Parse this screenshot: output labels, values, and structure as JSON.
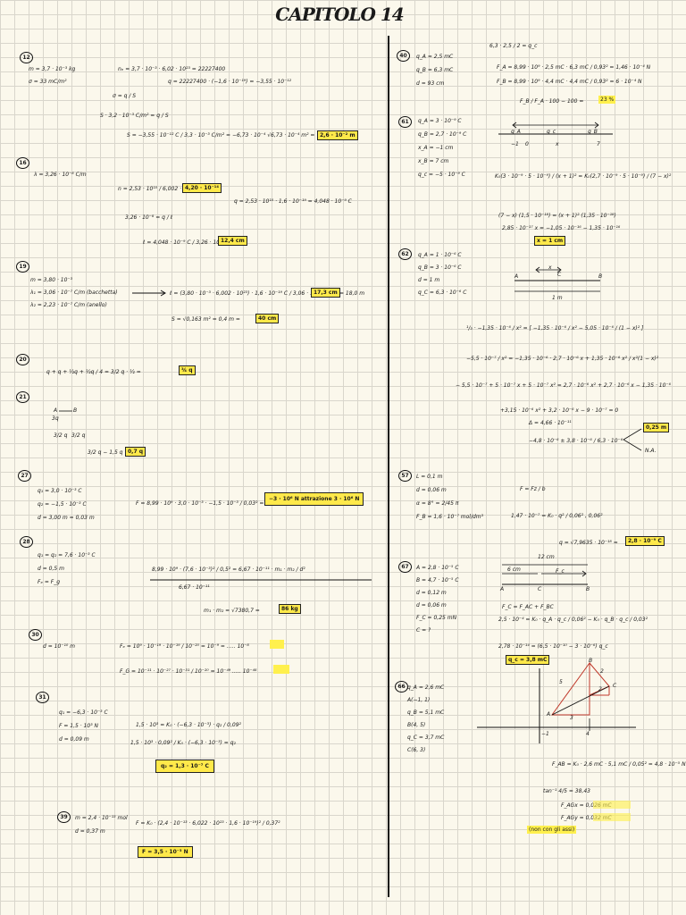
{
  "title": "CAPITOLO 14",
  "left": {
    "p1": {
      "num": "12",
      "givens": [
        "m = 3,7 · 10⁻³ kg",
        "σ = 33 mC/m²"
      ],
      "ne": "nₑ = 3,7 · 10⁻³ · 6,02 · 10²³ = 22227400",
      "q": "q = 22227400 · (−1,6 · 10⁻¹⁹) = −3,55 · 10⁻¹²",
      "sigma": "σ = q / S",
      "s_eq": "S · 3,2 · 10⁻³ C/m² = q / S",
      "s_calc": "S = −3,55 · 10⁻¹² C / 3,3 · 10⁻³ C/m² = −6,73 · 10⁻⁴ √6,73 · 10⁻⁴ m² =",
      "answer": "2,6 · 10⁻² m"
    },
    "p2": {
      "num": "16",
      "givens": [
        "λ = 3,26 · 10⁻⁸ C/m"
      ],
      "n": "n = 2,53 · 10¹⁰ / 6,002 · 10²³ =",
      "n_ans": "4,20 · 10⁻¹⁴",
      "q": "q = 2,53 · 10¹⁰ · 1,6 · 10⁻¹⁹ = 4,048 · 10⁻⁹ C",
      "lambda": "3,26 · 10⁻⁸ = q / ℓ",
      "l_calc": "ℓ = 4,048 · 10⁻⁹ C / 3,26 · 10⁻⁸ C/m =",
      "answer": "12,4 cm"
    },
    "p3": {
      "num": "19",
      "givens": [
        "m = 3,80 · 10⁻³",
        "λ₁ = 3,06 · 10⁻⁷ C/m (bacchetta)",
        "λ₂ = 2,23 · 10⁻⁷ C/m (anello)"
      ],
      "l_calc": "ℓ = (3,80 · 10⁻³ · 6,002 · 10²³) · 1,6 · 10⁻¹⁹ C / 3,06 · 10⁻⁷ C/m =",
      "answer": "17,3 cm",
      "extra": "= 18,0 m",
      "s_calc": "S = √0,163 m² = 0,4 m =",
      "answer2": "40 cm"
    },
    "p4": {
      "num": "20",
      "calc": "q + q + ½q + ½q / 4 = 3/2 q · ½ =",
      "answer": "¾ q"
    },
    "p5": {
      "num": "21",
      "labels": [
        "A",
        "B",
        "3q",
        "3/2 q",
        "3/2 q"
      ],
      "calc": "3/2 q − 1,5 q =",
      "answer": "0,7 q"
    },
    "p6": {
      "num": "27",
      "givens": [
        "q₁ = 3,0 · 10⁻³ C",
        "q₂ = −1,5 · 10⁻³ C",
        "d = 3,00 m = 0,03 m"
      ],
      "calc": "F = 8,99 · 10⁹ · 3,0 · 10⁻³ · −1,5 · 10⁻³ / 0,03² =",
      "answer": "−3 · 10⁶ N attrazione 3 · 10⁶ N"
    },
    "p7": {
      "num": "28",
      "givens": [
        "q₁ = q₂ = 7,6 · 10⁻³ C",
        "d = 0,5 m",
        "Fₑ = F_g"
      ],
      "calc": "8,99 · 10⁹ · (7,6 · 10⁻³)² / 0,5² = 6,67 · 10⁻¹¹ · m₁ · m₂ / d²",
      "den": "6,67 · 10⁻¹¹",
      "m_calc": "m₁ · m₂ = √7380,7 =",
      "answer": "86 kg"
    },
    "p8": {
      "num": "30",
      "givens": [
        "d = 10⁻¹⁰ m"
      ],
      "fe": "Fₑ = 10⁹ · 10⁻¹⁹ · 10⁻¹⁹ / 10⁻²⁰ = 10⁻⁹ = ….. 10⁻⁸",
      "fg": "F_G = 10⁻¹¹ · 10⁻²⁷ · 10⁻³¹ / 10⁻²⁰ = 10⁻⁴⁹ ….. 10⁻⁴⁸"
    },
    "p9": {
      "num": "31",
      "givens": [
        "q₁ = −6,3 · 10⁻³ C",
        "F = 1,5 · 10³ N",
        "d = 0,09 m"
      ],
      "calc1": "1,5 · 10³ = K₀ · (−6,3 · 10⁻³) · q₂ / 0,09²",
      "calc2": "1,5 · 10³ · 0,09² / K₀ · (−6,3 · 10⁻³) = q₂",
      "answer": "q₂ = 1,3 · 10⁻⁷ C"
    },
    "p10": {
      "num": "39",
      "givens": [
        "m = 2,4 · 10⁻¹³ mol",
        "d = 0,37 m"
      ],
      "calc": "F = K₀ · (2,4 · 10⁻¹³ · 6,022 · 10²³ · 1,6 · 10⁻¹⁹)² / 0,37²",
      "answer": "F = 3,5 · 10⁻³ N"
    }
  },
  "right": {
    "p11": {
      "num": "40",
      "givens": [
        "q_A = 2,5 mC",
        "q_B = 6,3 mC",
        "d = 93 cm"
      ],
      "top": "6,3 · 2,5 / 2 = q_c",
      "fa": "F_A = 8,99 · 10⁹ · 2,5 mC · 6,3 mC / 0,93² = 1,46 · 10⁻⁴ N",
      "fb": "F_B = 8,99 · 10⁹ · 4,4 mC · 4,4 mC / 0,93² = 6 · 10⁻⁴ N",
      "ratio": "F_B / F_A · 100 − 100 =",
      "answer": "23 %"
    },
    "p12": {
      "num": "61",
      "givens": [
        "q_A = 3 · 10⁻⁹ C",
        "q_B = 2,7 · 10⁻⁹ C",
        "x_A = −1 cm",
        "x_B = 7 cm",
        "q_c = −5 · 10⁻⁹ C"
      ],
      "axis": [
        "q_A",
        "q_c",
        "q_B",
        "−1",
        "0",
        "x",
        "7"
      ],
      "eq": "K₀(3 · 10⁻⁹ · 5 · 10⁻⁹) / (x + 1)² = K₀(2,7 · 10⁻⁹ · 5 · 10⁻⁹) / (7 − x)²",
      "step": "(7 − x) (1,5 · 10⁻¹⁸) = (x + 1)² (1,35 · 10⁻¹⁸)",
      "step2": "2,85 · 10⁻¹⁷ x = −1,05 · 10⁻¹⁶ − 1,35 · 10⁻¹⁶",
      "answer": "x = 1 cm"
    },
    "p13": {
      "num": "62",
      "givens": [
        "q_A = 1 · 10⁻⁶ C",
        "q_B = 3 · 10⁻⁶ C",
        "d = 1 m",
        "q_C = 6,3 · 10⁻⁶ C"
      ],
      "diagram": [
        "A",
        "C",
        "B",
        "x",
        "1 m"
      ],
      "eq1": "¹/₃ · −1,35 · 10⁻⁶ / x² = [ −1,35 · 10⁻⁶ / x² − 5,05 · 10⁻⁶ / (1 − x)² ]",
      "eq2": "−5,5 · 10⁻⁷ / x² = −1,35 · 10⁻⁶ · 2,7 · 10⁻⁶ x + 1,35 · 10⁻⁶ x² / x²(1 − x)²",
      "eq3": "− 5,5 · 10⁻⁷ + 5 · 10⁻⁷ x + 5 · 10⁻⁷ x² = 2,7 · 10⁻⁶ x² + 2,7 · 10⁻⁶ x − 1,35 · 10⁻⁶",
      "eq4": "+3,15 · 10⁻⁶ x² + 3,2 · 10⁻⁶ x − 9 · 10⁻⁷ = 0",
      "delta": "Δ = 4,66 · 10⁻¹¹",
      "sol": "−4,8 · 10⁻⁶ ± 3,8 · 10⁻⁶ / 6,3 · 10⁻⁶",
      "answer": "0,25 m",
      "na": "N.A."
    },
    "p14": {
      "num": "57",
      "givens": [
        "L = 0,1 m",
        "d = 0,06 m",
        "α = 8° = 2/45 π",
        "F_B = 1,6 · 10⁻⁷ mol/dm³"
      ],
      "f": "F = Fz / b",
      "calc": "1,47 · 10⁻⁷ = K₀ · q² / 0,06² , 0,06²",
      "calc2": "q = √7,9635 · 10⁻¹⁸ =",
      "answer": "2,8 · 10⁻⁹ C"
    },
    "p15": {
      "num": "67",
      "givens": [
        "A = 2,8 · 10⁻⁵ C",
        "B = 4,7 · 10⁻⁵ C",
        "d = 0,12 m",
        "d = 0,06 m",
        "F_C = 0,25 mN",
        "C = ?"
      ],
      "labels": [
        "12 cm",
        "6 cm",
        "F_c",
        "A",
        "C",
        "B"
      ],
      "fc": "F_C = F_AC + F_BC",
      "calc": "2,5 · 10⁻⁴ = K₀ · q_A · q_c / 0,06² − K₀ · q_B · q_c / 0,03²",
      "calc2": "2,78 · 10⁻¹⁴ = (6,5 · 10⁻¹⁰ − 3 · 10⁻⁶) q_c",
      "answer": "q_c = 3,8 mC"
    },
    "p16": {
      "num": "66",
      "givens": [
        "q_A = 2,6 mC",
        "A(−1, 1)",
        "q_B = 5,1 mC",
        "B(4, 5)",
        "q_C = 3,7 mC",
        "C(6, 3)"
      ],
      "labels": [
        "B",
        "C",
        "A",
        "5",
        "2",
        "2",
        "3",
        "−1",
        "4"
      ],
      "fab": "F_AB = K₀ · 2,6 mC · 5,1 mC / 0,05² = 4,8 · 10⁻⁵ N",
      "tan": "tan⁻¹ 4/5 = 38,43",
      "fagx": "F_AGx = 0,026 mC",
      "fagy": "F_AGy = 0,032 mC",
      "note": "(non con gli assi)"
    }
  }
}
